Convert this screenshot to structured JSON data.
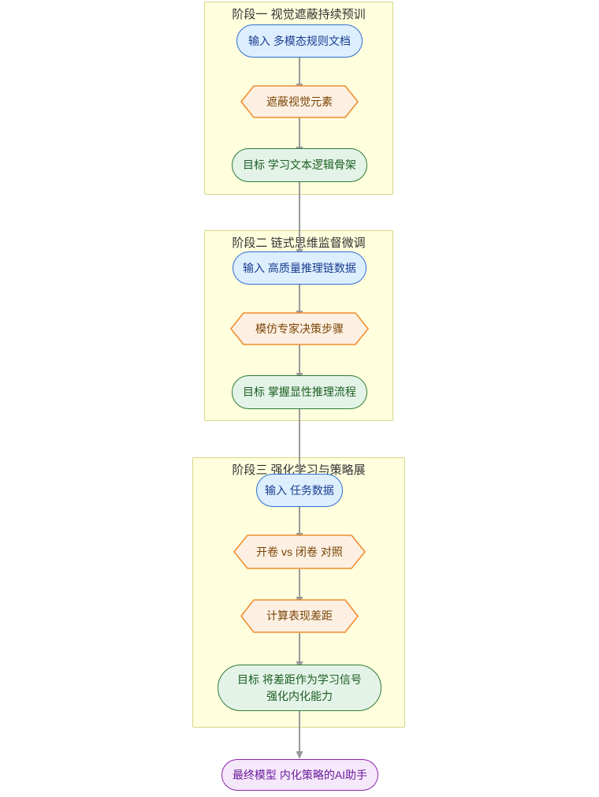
{
  "diagram": {
    "title_semantic": "three-stage-training-pipeline-flowchart",
    "background_color": "#ffffff",
    "edge_color": "#999999",
    "subgraph_fill": "#ffffde",
    "subgraph_border": "#d6d68a"
  },
  "stages": [
    {
      "id": "stage1",
      "title": "阶段一 视觉遮蔽持续预训",
      "nodes": [
        {
          "id": "s1-input",
          "kind": "input",
          "label": "输入 多模态规则文档",
          "fill": "#ddeeff",
          "border": "#2f6fd0",
          "text": "#1a3d8f"
        },
        {
          "id": "s1-proc",
          "kind": "hex",
          "label": "遮蔽视觉元素",
          "fill": "#fdf0e3",
          "border": "#f08c2e",
          "text": "#7a4506"
        },
        {
          "id": "s1-goal",
          "kind": "goal",
          "label": "目标 学习文本逻辑骨架",
          "fill": "#e4f3e8",
          "border": "#2e7d32",
          "text": "#1b5e20"
        }
      ]
    },
    {
      "id": "stage2",
      "title": "阶段二 链式思维监督微调",
      "nodes": [
        {
          "id": "s2-input",
          "kind": "input",
          "label": "输入 高质量推理链数据",
          "fill": "#ddeeff",
          "border": "#2f6fd0",
          "text": "#1a3d8f"
        },
        {
          "id": "s2-proc",
          "kind": "hex",
          "label": "模仿专家决策步骤",
          "fill": "#fdf0e3",
          "border": "#f08c2e",
          "text": "#7a4506"
        },
        {
          "id": "s2-goal",
          "kind": "goal",
          "label": "目标 掌握显性推理流程",
          "fill": "#e4f3e8",
          "border": "#2e7d32",
          "text": "#1b5e20"
        }
      ]
    },
    {
      "id": "stage3",
      "title": "阶段三 强化学习与策略展",
      "nodes": [
        {
          "id": "s3-input",
          "kind": "input",
          "label": "输入 任务数据",
          "fill": "#ddeeff",
          "border": "#2f6fd0",
          "text": "#1a3d8f"
        },
        {
          "id": "s3-proc1",
          "kind": "hex",
          "label": "开卷 vs 闭卷 对照",
          "fill": "#fdf0e3",
          "border": "#f08c2e",
          "text": "#7a4506"
        },
        {
          "id": "s3-proc2",
          "kind": "hex",
          "label": "计算表现差距",
          "fill": "#fdf0e3",
          "border": "#f08c2e",
          "text": "#7a4506"
        },
        {
          "id": "s3-goal",
          "kind": "goal",
          "label": "目标 将差距作为学习信号\n强化内化能力",
          "fill": "#e4f3e8",
          "border": "#2e7d32",
          "text": "#1b5e20"
        }
      ]
    }
  ],
  "final_node": {
    "id": "final-model",
    "label": "最终模型 内化策略的AI助手",
    "fill": "#f6e8fb",
    "border": "#8e24aa",
    "text": "#6a1b9a"
  }
}
